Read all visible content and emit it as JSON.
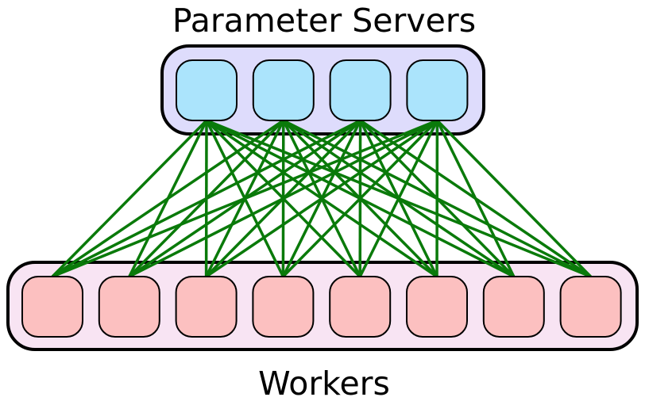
{
  "diagram": {
    "title_top": "Parameter Servers",
    "title_bottom": "Workers",
    "server_group": {
      "label": "Parameter Servers",
      "node_count": 4
    },
    "worker_group": {
      "label": "Workers",
      "node_count": 8
    },
    "connectivity": "all-to-all",
    "colors": {
      "server_fill": "#abe4fc",
      "server_group_fill": "#dedcfc",
      "worker_fill": "#fcc0c0",
      "worker_group_fill": "#f8e4f3",
      "edge": "#0a7a0a",
      "outline": "#000000"
    }
  }
}
